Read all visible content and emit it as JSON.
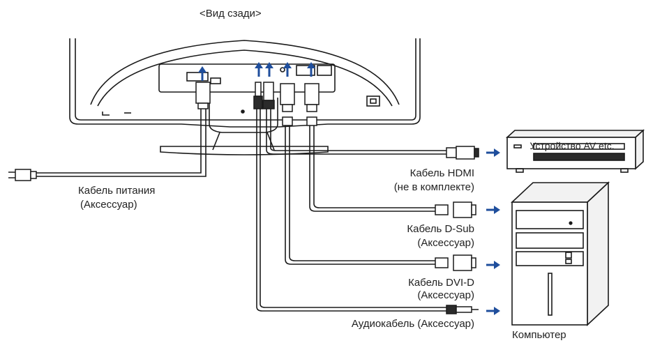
{
  "title": "<Вид сзади>",
  "av_device": "Устройство AV etc.",
  "computer": "Компьютер",
  "power_cable": {
    "line1": "Кабель питания",
    "line2": "(Аксессуар)"
  },
  "hdmi_cable": {
    "line1": "Кабель HDMI",
    "line2": "(не в комплекте)"
  },
  "dsub_cable": {
    "line1": "Кабель D-Sub",
    "line2": "(Аксессуар)"
  },
  "dvi_cable": {
    "line1": "Кабель DVI-D",
    "line2": "(Аксессуар)"
  },
  "audio_cable": {
    "label": "Аудиокабель (Аксессуар)"
  },
  "colors": {
    "line": "#1a1a1a",
    "arrow": "#1f4e9c",
    "fill_light": "#f2f2f2",
    "fill_dark": "#2b2b2b"
  }
}
